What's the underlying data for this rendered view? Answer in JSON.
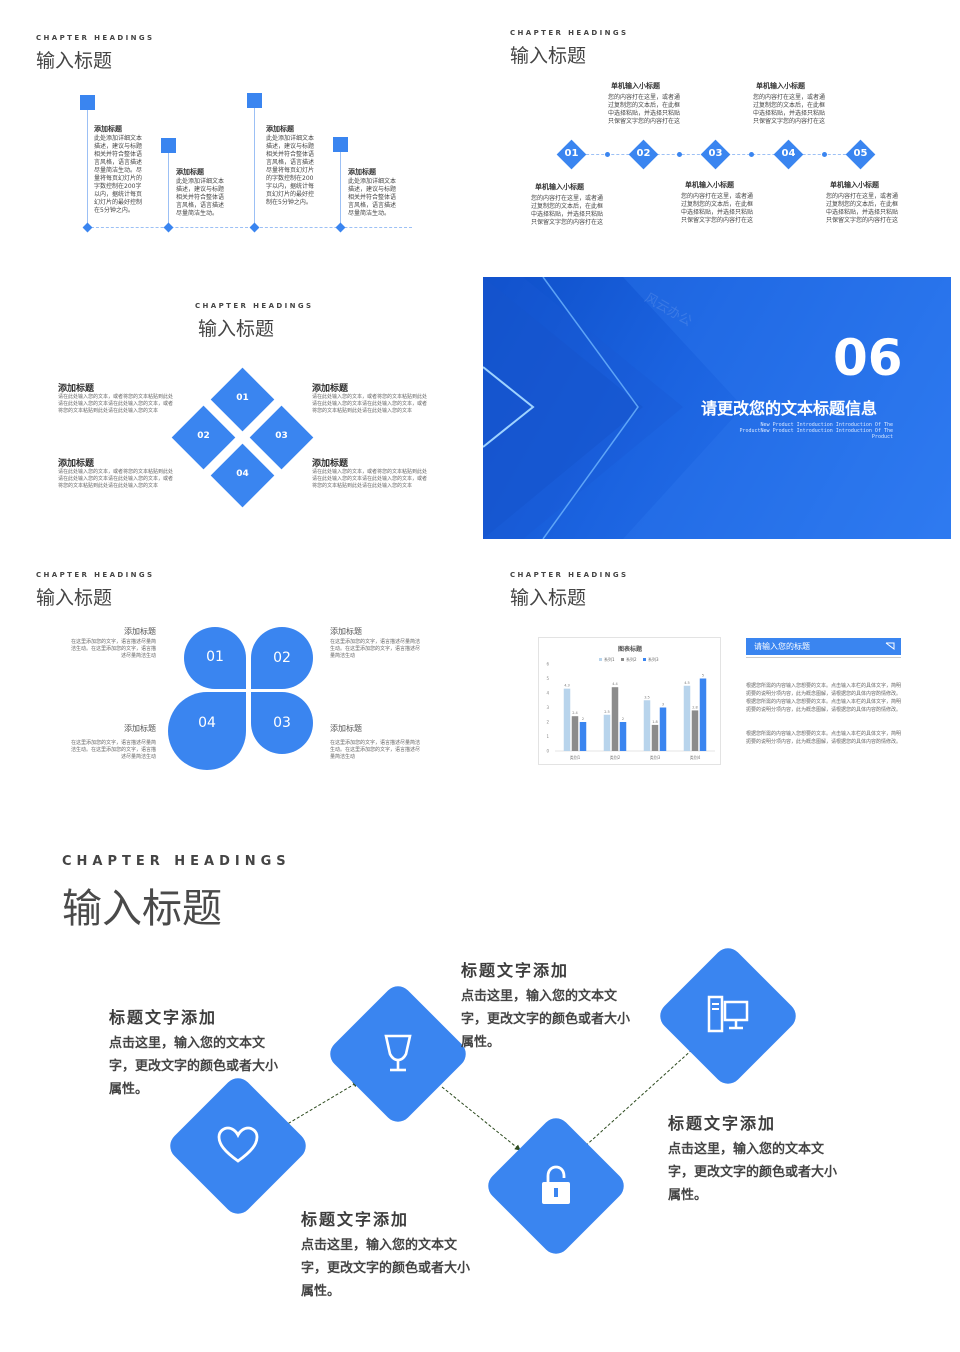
{
  "common": {
    "chapter": "CHAPTER HEADINGS",
    "title": "输入标题"
  },
  "slide1": {
    "items": [
      {
        "title": "添加标题",
        "text": "此处添加详细文本描述，建议与标题相关并符合整体语言风格，语言描述尽量简洁生动。尽量将每页幻灯片的字数控制在200字以内，据统计每页幻灯片的最好控制在5分钟之内。"
      },
      {
        "title": "添加标题",
        "text": "此处添加详细文本描述，建议与标题相关并符合整体语言风格，语言描述尽量简洁生动。"
      },
      {
        "title": "添加标题",
        "text": "此处添加详细文本描述，建议与标题相关并符合整体语言风格，语言描述尽量将每页幻灯片的字数控制在200字以内，据统计每页幻灯片的最好控制在5分钟之内。"
      },
      {
        "title": "添加标题",
        "text": "此处添加详细文本描述，建议与标题相关并符合整体语言风格，语言描述尽量简洁生动。"
      }
    ]
  },
  "slide2": {
    "numbers": [
      "01",
      "02",
      "03",
      "04",
      "05"
    ],
    "top": [
      {
        "title": "单机输入小标题",
        "text": "您的内容打在这里，或者通过复制您的文本后，在此框中选择粘贴，并选择只粘贴只保留文字您的内容打在这"
      },
      {
        "title": "单机输入小标题",
        "text": "您的内容打在这里，或者通过复制您的文本后，在此框中选择粘贴，并选择只粘贴只保留文字您的内容打在这"
      }
    ],
    "bottom": [
      {
        "title": "单机输入小标题",
        "text": "您的内容打在这里，或者通过复制您的文本后，在此框中选择粘贴，并选择只粘贴只保留文字您的内容打在这"
      },
      {
        "title": "单机输入小标题",
        "text": "您的内容打在这里，或者通过复制您的文本后，在此框中选择粘贴，并选择只粘贴只保留文字您的内容打在这"
      },
      {
        "title": "单机输入小标题",
        "text": "您的内容打在这里，或者通过复制您的文本后，在此框中选择粘贴，并选择只粘贴只保留文字您的内容打在这"
      }
    ]
  },
  "slide3": {
    "numbers": [
      "01",
      "02",
      "03",
      "04"
    ],
    "items": [
      {
        "title": "添加标题",
        "text": "请在此处输入您的文本，或者将您的文本粘贴到此处请在此处输入您的文本请在此处输入您的文本，或者将您的文本粘贴到此处请在此处输入您的文本"
      },
      {
        "title": "添加标题",
        "text": "请在此处输入您的文本，或者将您的文本粘贴到此处请在此处输入您的文本请在此处输入您的文本，或者将您的文本粘贴到此处请在此处输入您的文本"
      },
      {
        "title": "添加标题",
        "text": "请在此处输入您的文本，或者将您的文本粘贴到此处请在此处输入您的文本请在此处输入您的文本，或者将您的文本粘贴到此处请在此处输入您的文本"
      },
      {
        "title": "添加标题",
        "text": "请在此处输入您的文本，或者将您的文本粘贴到此处请在此处输入您的文本请在此处输入您的文本，或者将您的文本粘贴到此处请在此处输入您的文本"
      }
    ]
  },
  "slide4": {
    "number": "06",
    "heading": "请更改您的文本标题信息",
    "sub1": "New Product Introduction Introduction Of The",
    "sub2": "ProductNew Product Introduction Introduction Of The",
    "sub3": "Product",
    "watermark": "风云办公",
    "colors": {
      "bg": "#1a66e6",
      "accent": "#3a85f0"
    }
  },
  "slide5": {
    "numbers": [
      "01",
      "02",
      "04",
      "03"
    ],
    "items": [
      {
        "title": "添加标题",
        "text": "在这里添加您的文字，语言描述尽量简洁生动。在这里添加您的文字，语言描述尽量简洁生动"
      },
      {
        "title": "添加标题",
        "text": "在这里添加您的文字，语言描述尽量简洁生动。在这里添加您的文字，语言描述尽量简洁生动"
      },
      {
        "title": "添加标题",
        "text": "在这里添加您的文字，语言描述尽量简洁生动。在这里添加您的文字，语言描述尽量简洁生动"
      },
      {
        "title": "添加标题",
        "text": "在这里添加您的文字，语言描述尽量简洁生动。在这里添加您的文字，语言描述尽量简洁生动"
      }
    ]
  },
  "slide6": {
    "box_title": "请输入您的标题",
    "para1": "根据您所需的内容输入您想要的文本。点击输入本栏的具体文字，简明扼要的说明分项内容，此为概念图解，请根据您的具体内容酌情修改。根据您所需的内容输入您想要的文本。点击输入本栏的具体文字，简明扼要的说明分项内容，此为概念图解，请根据您的具体内容酌情修改。",
    "para2": "根据您所需的内容输入您想要的文本。点击输入本栏的具体文字，简明扼要的说明分项内容，此为概念图解，请根据您的具体内容酌情修改。"
  },
  "chart_data": {
    "type": "bar",
    "title": "图表标题",
    "categories": [
      "类别1",
      "类别2",
      "类别3",
      "类别4"
    ],
    "series": [
      {
        "name": "系列1",
        "values": [
          4.3,
          2.5,
          3.5,
          4.5
        ],
        "color": "#b8d4ec"
      },
      {
        "name": "系列2",
        "values": [
          2.4,
          4.4,
          1.8,
          2.8
        ],
        "color": "#8c8c8c"
      },
      {
        "name": "系列3",
        "values": [
          2,
          2,
          3,
          5
        ],
        "color": "#3a85f0"
      }
    ],
    "yticks": [
      0,
      1,
      2,
      3,
      4,
      5,
      6
    ],
    "ylim": [
      0,
      6
    ],
    "legend": "top"
  },
  "slide7": {
    "items": [
      {
        "title": "标题文字添加",
        "text1": "点击这里，输入您的文本文",
        "text2": "字，更改文字的颜色或者大小",
        "text3": "属性。"
      },
      {
        "title": "标题文字添加",
        "text1": "点击这里，输入您的文本文",
        "text2": "字，更改文字的颜色或者大小",
        "text3": "属性。"
      },
      {
        "title": "标题文字添加",
        "text1": "点击这里，输入您的文本文",
        "text2": "字，更改文字的颜色或者大小",
        "text3": "属性。"
      },
      {
        "title": "标题文字添加",
        "text1": "点击这里，输入您的文本文",
        "text2": "字，更改文字的颜色或者大小",
        "text3": "属性。"
      }
    ],
    "icons": [
      "heart-icon",
      "trophy-icon",
      "lock-icon",
      "computer-icon"
    ]
  }
}
